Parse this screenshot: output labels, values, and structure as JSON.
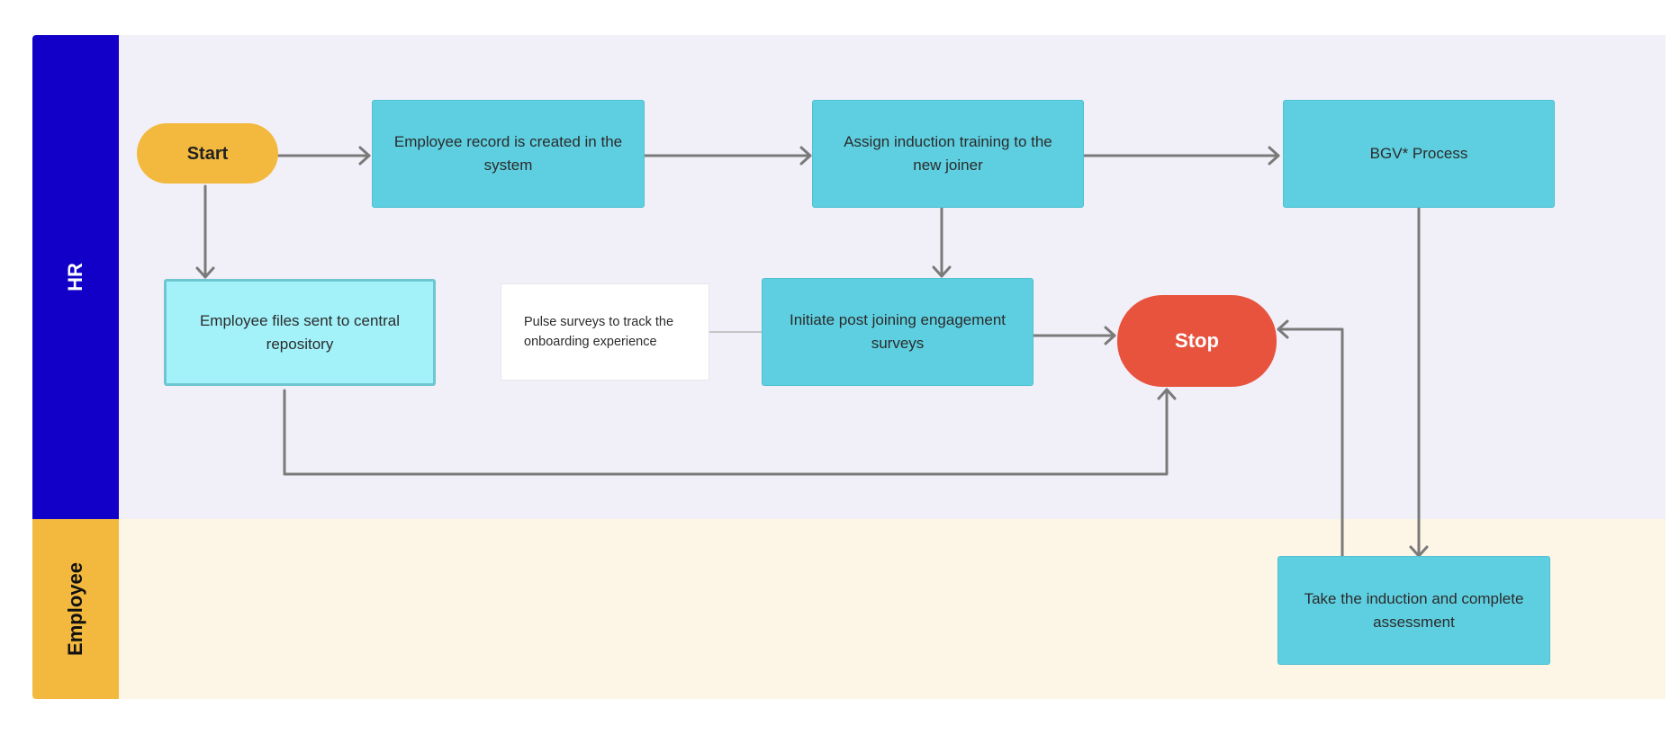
{
  "lanes": {
    "hr": {
      "label": "HR"
    },
    "employee": {
      "label": "Employee"
    }
  },
  "nodes": {
    "start": "Start",
    "record": "Employee record is created in the system",
    "assign": "Assign induction training to the new joiner",
    "bgv": "BGV* Process",
    "files": "Employee files sent to central repository",
    "note": "Pulse surveys to track the onboarding experience",
    "initiate": "Initiate post joining engagement surveys",
    "stop": "Stop",
    "take": "Take the induction and complete assessment"
  },
  "colors": {
    "hr_lane_header": "#1300c8",
    "employee_lane_header": "#f3b93e",
    "hr_lane_background": "#f1f0f8",
    "employee_lane_background": "#fdf6e6",
    "start": "#f3b93e",
    "stop": "#e8533e",
    "process": "#5ecfe0",
    "repository_step": "#a3f2fa",
    "connector": "#7a7a7a"
  }
}
